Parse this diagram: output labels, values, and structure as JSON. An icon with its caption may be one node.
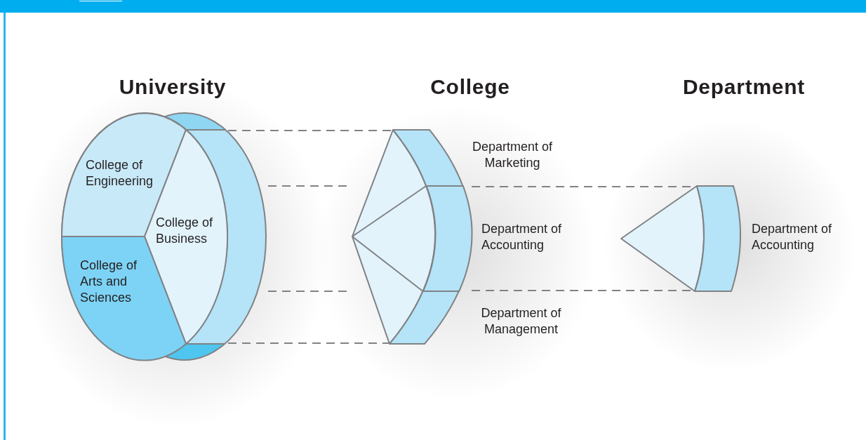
{
  "diagram": {
    "nodes": [
      {
        "text": [],
        "shape": "cylinder"
      },
      {
        "text": [
          "College of Engineering"
        ],
        "in": 0
      },
      {
        "text": [
          "College of Business"
        ],
        "in": 0
      },
      {
        "text": [
          "College of Arts and Sciences"
        ],
        "in": 0
      },
      {
        "text": [],
        "shape": "wedge"
      },
      {
        "text": [],
        "shape": "bar",
        "beside": [
          "Department of Marketing"
        ]
      },
      {
        "text": [],
        "shape": "bar",
        "beside": [
          "Department of Accounting"
        ]
      },
      {
        "text": [],
        "shape": "bar",
        "beside": [
          "Department of Management"
        ]
      },
      {
        "text": [],
        "shape": "wedge"
      },
      {
        "text": [],
        "shape": "bar",
        "beside": [
          "Department of Accounting"
        ]
      }
    ],
    "edges": [
      {
        "from": 2,
        "to": 5,
        "arrow": "none",
        "style": "dashed"
      },
      {
        "from": 0,
        "to": 4,
        "arrow": "none",
        "style": "dashed"
      },
      {
        "from": 0,
        "to": 4,
        "arrow": "none",
        "style": "dashed"
      },
      {
        "from": 2,
        "to": 7,
        "arrow": "none",
        "style": "dashed"
      },
      {
        "from": 6,
        "to": 9,
        "arrow": "none",
        "style": "dashed"
      },
      {
        "from": 6,
        "to": 9,
        "arrow": "none",
        "style": "dashed"
      }
    ],
    "labels": [
      "University",
      "College",
      "Department"
    ]
  }
}
